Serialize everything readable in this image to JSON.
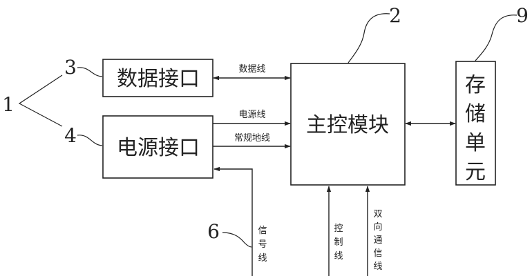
{
  "blocks": {
    "data_interface": "数据接口",
    "power_interface": "电源接口",
    "main_control": "主控模块",
    "storage_unit": [
      "存",
      "储",
      "单",
      "元"
    ]
  },
  "wires": {
    "data_line": "数据线",
    "power_line": "电源线",
    "ground_line": "常规地线",
    "signal_line": [
      "信",
      "号",
      "线"
    ],
    "control_line": [
      "控",
      "制",
      "线"
    ],
    "bidirectional_line": [
      "双",
      "向",
      "通",
      "信",
      "线"
    ]
  },
  "reference_numbers": {
    "group": "1",
    "main_control": "2",
    "data_interface": "3",
    "power_interface": "4",
    "signal_line": "6",
    "storage_unit": "9"
  }
}
